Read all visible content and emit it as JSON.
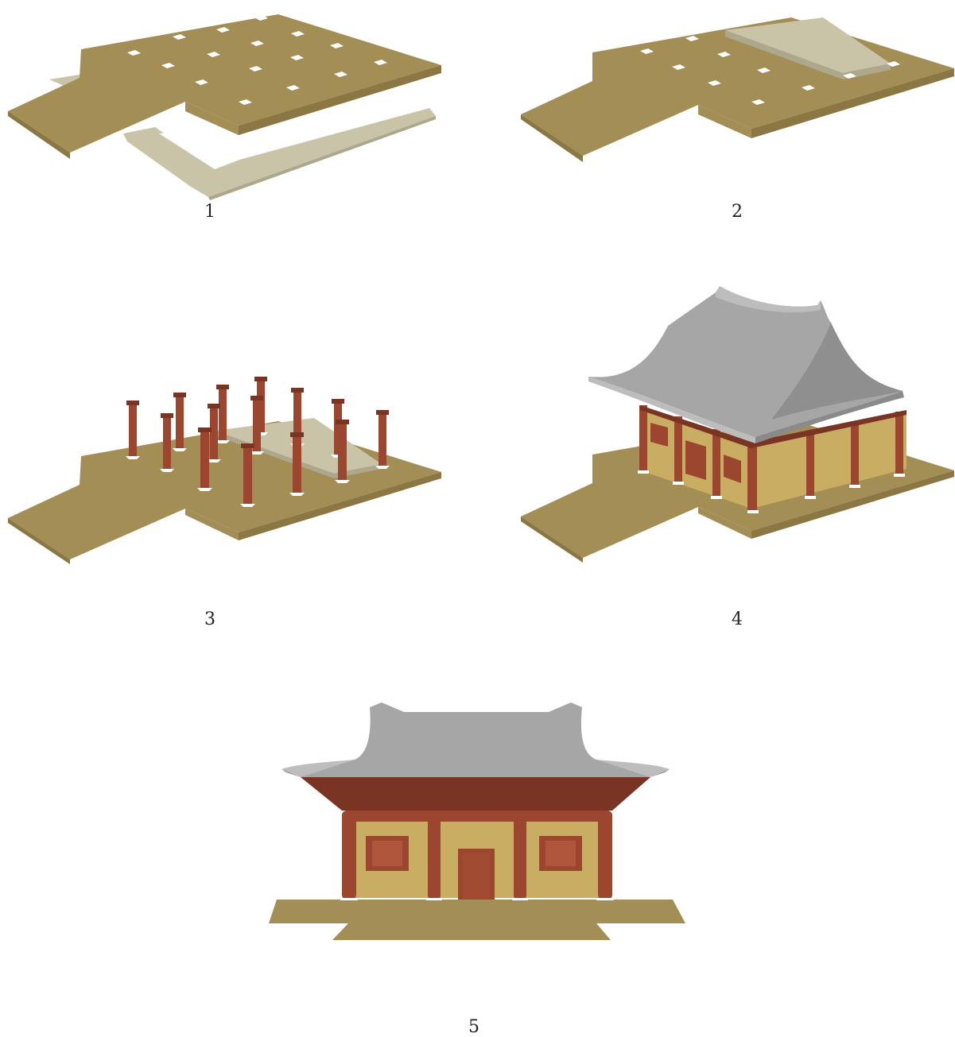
{
  "figure": {
    "steps": [
      {
        "label": "1",
        "description": ""
      },
      {
        "label": "2",
        "description": ""
      },
      {
        "label": "3",
        "description": ""
      },
      {
        "label": "4",
        "description": ""
      },
      {
        "label": "5",
        "description": ""
      }
    ]
  },
  "colors": {
    "ground_top": "#a38e55",
    "ground_side": "#8a7743",
    "stone_top": "#c9c4a8",
    "stone_side": "#ada78c",
    "socket": "#ffffff",
    "pillar": "#9c4630",
    "pillar_dark": "#7a3424",
    "wall": "#c9ad62",
    "roof": "#a6a6a6",
    "roof_dark": "#8a8a8a",
    "roof_light": "#bdbdbd",
    "lattice": "#b0563c"
  }
}
